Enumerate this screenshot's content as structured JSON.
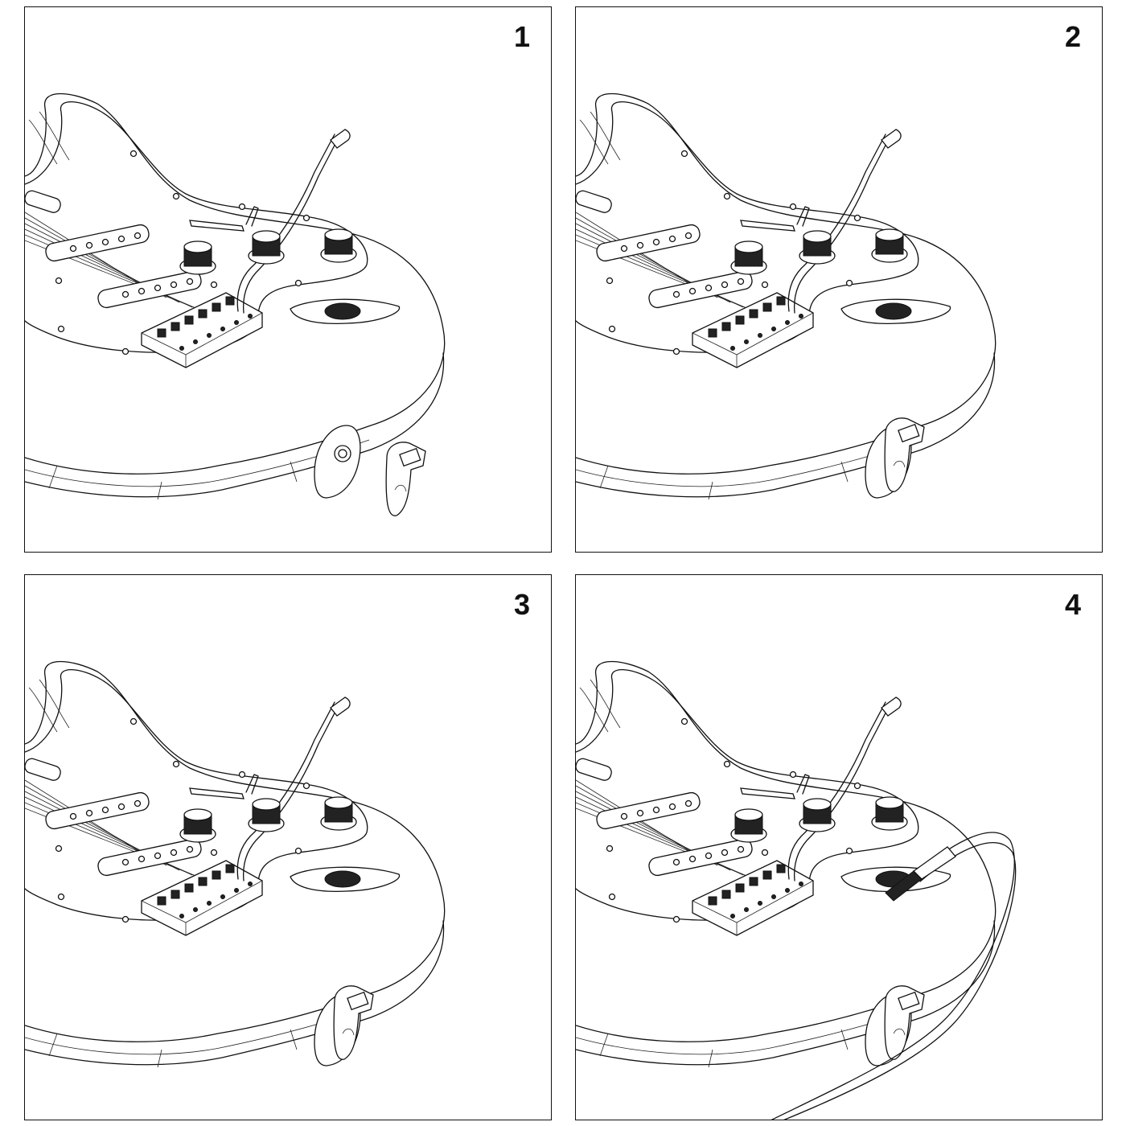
{
  "steps": [
    {
      "number": "1",
      "strap_lock": "separate",
      "cable": false
    },
    {
      "number": "2",
      "strap_lock": "attached",
      "cable": false
    },
    {
      "number": "3",
      "strap_lock": "attached",
      "cable": false
    },
    {
      "number": "4",
      "strap_lock": "attached",
      "cable": true
    }
  ],
  "colors": {
    "line": "#111111",
    "background": "#ffffff"
  }
}
